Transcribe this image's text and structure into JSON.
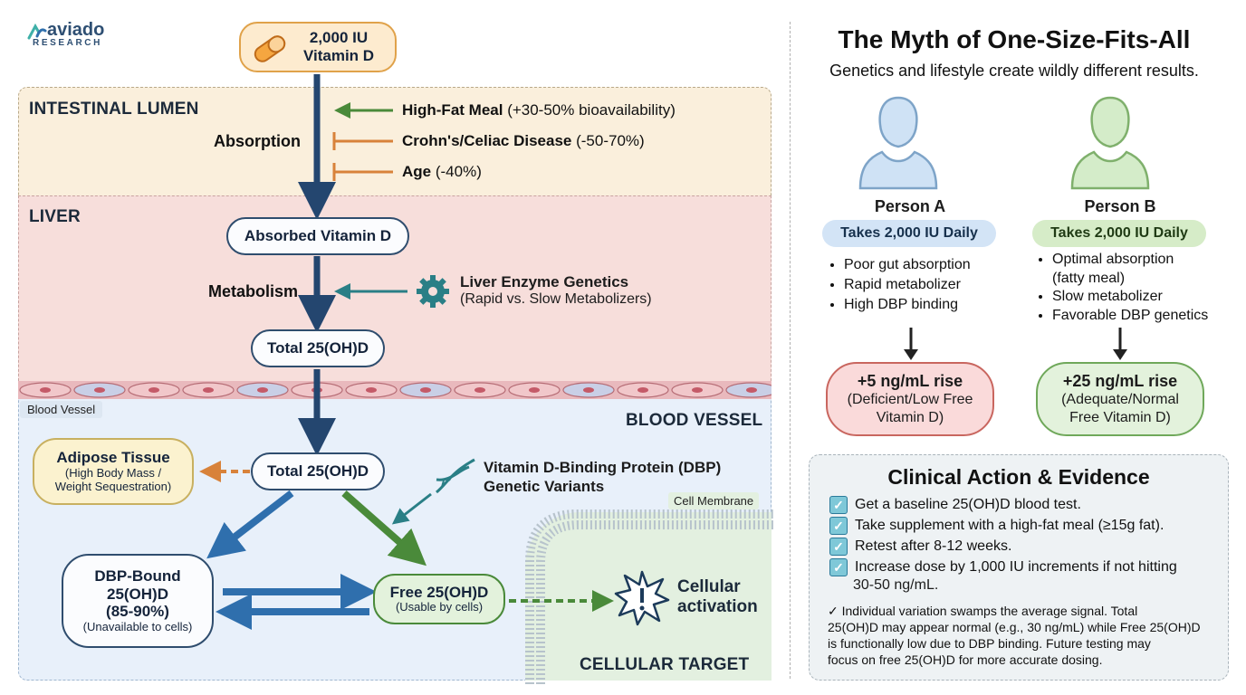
{
  "logo": {
    "name": "aviado",
    "sub": "RESEARCH"
  },
  "left": {
    "dose": {
      "line1": "2,000 IU",
      "line2": "Vitamin D"
    },
    "zones": {
      "lumen": "INTESTINAL LUMEN",
      "liver": "LIVER",
      "vessel_tag": "Blood Vessel",
      "vessel": "BLOOD VESSEL",
      "membrane": "Cell Membrane",
      "cell": "CELLULAR TARGET"
    },
    "absorption_label": "Absorption",
    "factors": [
      {
        "name": "High-Fat Meal",
        "effect": "(+30-50% bioavailability)"
      },
      {
        "name": "Crohn's/Celiac Disease",
        "effect": "(-50-70%)"
      },
      {
        "name": "Age",
        "effect": "(-40%)"
      }
    ],
    "absorbed": "Absorbed Vitamin D",
    "metabolism_label": "Metabolism",
    "enzyme": {
      "title": "Liver Enzyme Genetics",
      "sub": "(Rapid vs. Slow Metabolizers)"
    },
    "total_liver": "Total 25(OH)D",
    "total_blood": "Total 25(OH)D",
    "adipose": {
      "title": "Adipose Tissue",
      "sub1": "(High Body Mass /",
      "sub2": "Weight Sequestration)"
    },
    "dbp_variants": {
      "line1": "Vitamin D-Binding Protein (DBP)",
      "line2": "Genetic Variants"
    },
    "dbp_bound": {
      "line1": "DBP-Bound",
      "line2": "25(OH)D",
      "line3": "(85-90%)",
      "sub": "(Unavailable to cells)"
    },
    "free": {
      "title": "Free 25(OH)D",
      "sub": "(Usable by cells)"
    },
    "activation": {
      "line1": "Cellular",
      "line2": "activation"
    }
  },
  "right": {
    "title": "The Myth of One-Size-Fits-All",
    "subtitle": "Genetics and lifestyle create wildly different results.",
    "persons": [
      {
        "name": "Person A",
        "dose": "Takes 2,000 IU Daily",
        "bullets": [
          "Poor gut absorption",
          "Rapid metabolizer",
          "High DBP binding"
        ],
        "result": {
          "line1": "+5 ng/mL rise",
          "line2": "(Deficient/Low Free",
          "line3": "Vitamin D)"
        }
      },
      {
        "name": "Person B",
        "dose": "Takes 2,000 IU Daily",
        "bullets": [
          "Optimal absorption",
          "(fatty meal)",
          "Slow metabolizer",
          "Favorable DBP genetics"
        ],
        "result": {
          "line1": "+25 ng/mL rise",
          "line2": "(Adequate/Normal",
          "line3": "Free Vitamin D)"
        }
      }
    ],
    "clinical": {
      "title": "Clinical Action & Evidence",
      "checklist": [
        "Get a baseline 25(OH)D blood test.",
        "Take supplement with a high-fat meal (≥15g fat).",
        "Retest after 8-12 weeks.",
        "Increase dose by 1,000 IU increments if not hitting",
        "30-50 ng/mL."
      ],
      "note": [
        "✓ Individual variation swamps the average signal. Total",
        "25(OH)D may appear normal (e.g., 30 ng/mL) while Free 25(OH)D",
        "is functionally low due to DBP binding. Future testing may",
        "focus on free 25(OH)D for more accurate dosing."
      ]
    }
  },
  "colors": {
    "navy": "#24466f",
    "green": "#4a8a3a",
    "orange": "#d8823a",
    "teal": "#2a7f86",
    "blue_arrow": "#2f6fad"
  }
}
